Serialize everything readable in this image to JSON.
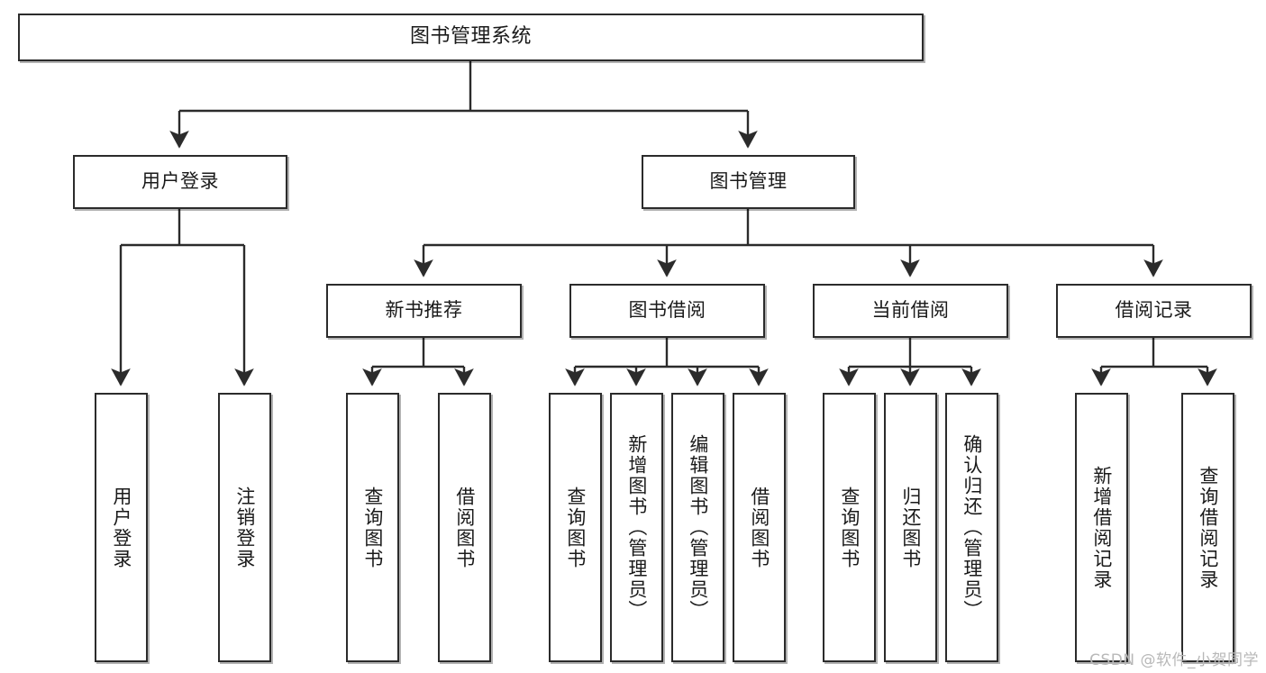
{
  "diagram": {
    "title": "图书管理系统",
    "type": "tree-hierarchy",
    "root": {
      "id": "root",
      "label": "图书管理系统"
    },
    "level1": [
      {
        "id": "user-login",
        "label": "用户登录"
      },
      {
        "id": "book-management",
        "label": "图书管理"
      }
    ],
    "level2": [
      {
        "id": "new-book-recommend",
        "label": "新书推荐",
        "parent": "book-management"
      },
      {
        "id": "book-borrow",
        "label": "图书借阅",
        "parent": "book-management"
      },
      {
        "id": "current-borrow",
        "label": "当前借阅",
        "parent": "book-management"
      },
      {
        "id": "borrow-record",
        "label": "借阅记录",
        "parent": "book-management"
      }
    ],
    "leaves": [
      {
        "id": "leaf-user-login",
        "label": "用户登录",
        "parent": "user-login"
      },
      {
        "id": "leaf-logout-login",
        "label": "注销登录",
        "parent": "user-login"
      },
      {
        "id": "leaf-query-book-1",
        "label": "查询图书",
        "parent": "new-book-recommend"
      },
      {
        "id": "leaf-borrow-book-1",
        "label": "借阅图书",
        "parent": "new-book-recommend"
      },
      {
        "id": "leaf-query-book-2",
        "label": "查询图书",
        "parent": "book-borrow"
      },
      {
        "id": "leaf-add-book-admin",
        "label": "新增图书（管理员）",
        "parent": "book-borrow"
      },
      {
        "id": "leaf-edit-book-admin",
        "label": "编辑图书（管理员）",
        "parent": "book-borrow"
      },
      {
        "id": "leaf-borrow-book-2",
        "label": "借阅图书",
        "parent": "book-borrow"
      },
      {
        "id": "leaf-query-book-3",
        "label": "查询图书",
        "parent": "current-borrow"
      },
      {
        "id": "leaf-return-book",
        "label": "归还图书",
        "parent": "current-borrow"
      },
      {
        "id": "leaf-confirm-return-admin",
        "label": "确认归还（管理员）",
        "parent": "current-borrow"
      },
      {
        "id": "leaf-add-borrow-record",
        "label": "新增借阅记录",
        "parent": "borrow-record"
      },
      {
        "id": "leaf-query-borrow-record",
        "label": "查询借阅记录",
        "parent": "borrow-record"
      }
    ]
  },
  "watermark": {
    "text": "CSDN @软件_小贺同学"
  },
  "colors": {
    "stroke": "#2b2b2b",
    "fill": "#ffffff",
    "text": "#1a1a1a",
    "watermark": "#b8b8b8"
  }
}
